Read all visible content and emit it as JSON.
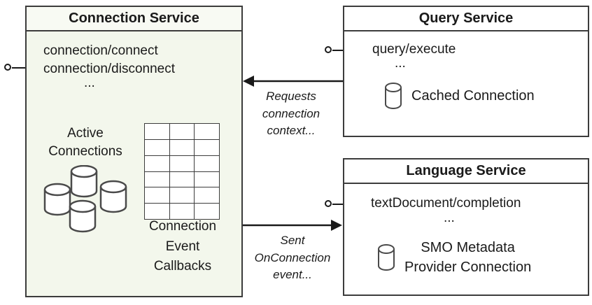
{
  "connection_service": {
    "title": "Connection Service",
    "method_1": "connection/connect",
    "method_2": "connection/disconnect",
    "ellipsis": "...",
    "active_connections_label": "Active\nConnections",
    "callbacks_label": "Connection\nEvent\nCallbacks"
  },
  "query_service": {
    "title": "Query Service",
    "method_1": "query/execute",
    "ellipsis": "...",
    "cached_connection_label": "Cached Connection"
  },
  "language_service": {
    "title": "Language Service",
    "method_1": "textDocument/completion",
    "ellipsis": "...",
    "connection_label": "SMO Metadata\nProvider Connection"
  },
  "arrows": {
    "requests_label": "Requests\nconnection\ncontext...",
    "sent_label": "Sent\nOnConnection\nevent..."
  },
  "colors": {
    "connection_service_bg": "#f3f7ec",
    "border": "#3c3c3c"
  }
}
